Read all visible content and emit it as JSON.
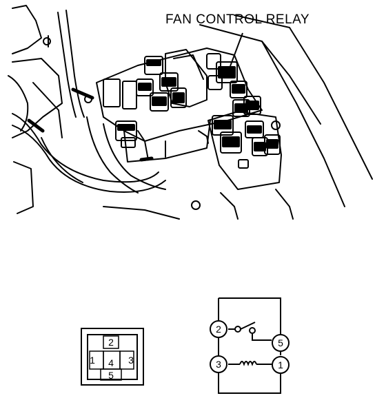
{
  "callout": {
    "label": "FAN CONTROL RELAY"
  },
  "connector": {
    "pins": [
      "2",
      "1",
      "4",
      "3",
      "5"
    ]
  },
  "schematic": {
    "terminals": [
      "2",
      "5",
      "3",
      "1"
    ]
  },
  "colors": {
    "ink": "#000000",
    "paper": "#ffffff"
  }
}
